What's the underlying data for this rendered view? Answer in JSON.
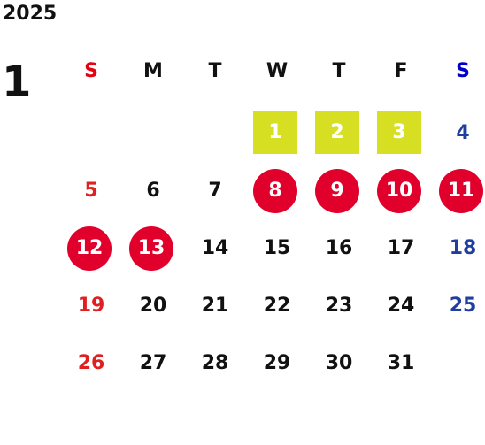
{
  "calendar": {
    "year": "2025",
    "month": "1",
    "weekday_labels": [
      "S",
      "M",
      "T",
      "W",
      "T",
      "F",
      "S"
    ],
    "weeks": [
      [
        "",
        "",
        "",
        "1",
        "2",
        "3",
        "4"
      ],
      [
        "5",
        "6",
        "7",
        "8",
        "9",
        "10",
        "11"
      ],
      [
        "12",
        "13",
        "14",
        "15",
        "16",
        "17",
        "18"
      ],
      [
        "19",
        "20",
        "21",
        "22",
        "23",
        "24",
        "25"
      ],
      [
        "26",
        "27",
        "28",
        "29",
        "30",
        "31",
        ""
      ]
    ],
    "highlight_square_days": [
      "1",
      "2",
      "3"
    ],
    "highlight_circle_days": [
      "8",
      "9",
      "10",
      "11",
      "12",
      "13"
    ]
  },
  "colors": {
    "sunday": "#e02020",
    "saturday": "#1f3f9f",
    "holiday_square": "#d7df23",
    "holiday_circle": "#e1002b",
    "text": "#111111"
  }
}
